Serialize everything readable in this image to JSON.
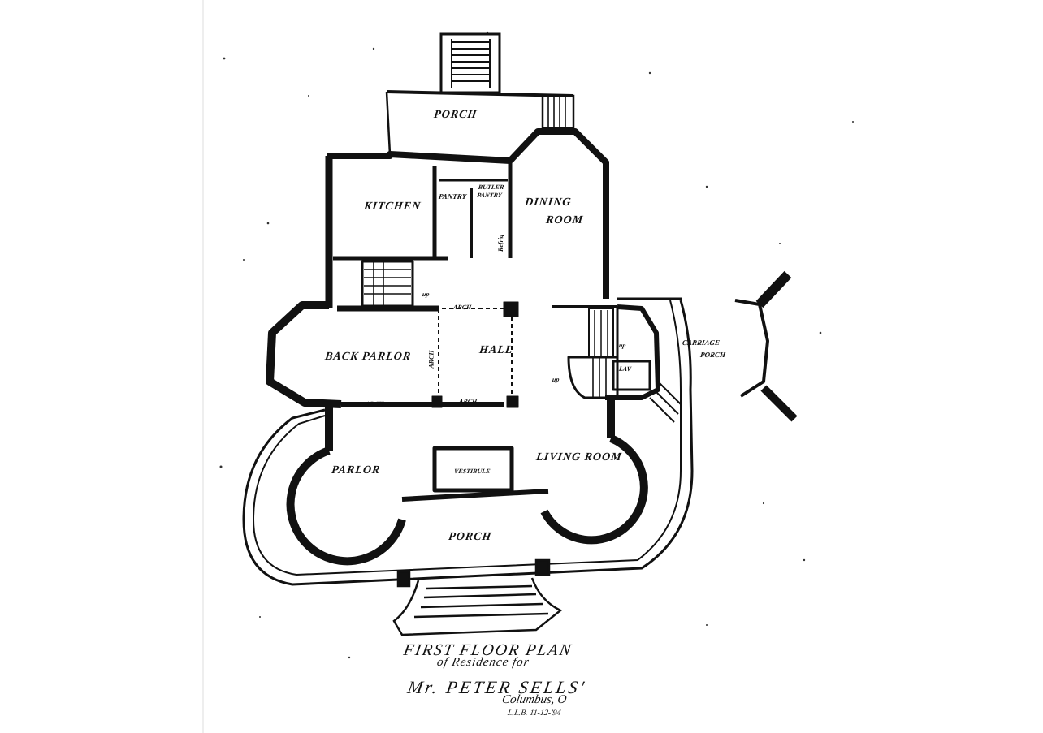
{
  "plan": {
    "rooms": {
      "porch_rear": "PORCH",
      "kitchen": "KITCHEN",
      "pantry": "PANTRY",
      "butler_pantry": "BUTLER PANTRY",
      "dining_room_1": "DINING",
      "dining_room_2": "ROOM",
      "back_parlor": "BACK PARLOR",
      "hall": "HALL",
      "carriage_porch_1": "CARRIAGE",
      "carriage_porch_2": "PORCH",
      "parlor": "PARLOR",
      "vestibule": "VESTIBULE",
      "living_room": "LIVING ROOM",
      "porch_front": "PORCH"
    },
    "annotations": {
      "arch_1": "ARCH",
      "arch_2": "ARCH",
      "arch_3": "ARCH",
      "arch_4": "ARCH",
      "up_1": "up",
      "up_2": "up",
      "up_3": "up",
      "refrig": "Refrig",
      "lav": "LAV"
    },
    "title": {
      "line1": "FIRST FLOOR PLAN",
      "line2": "of Residence for",
      "line3": "Mr. PETER SELLS'",
      "line4": "Columbus, O",
      "line5": "L.L.B. 11-12-'94"
    }
  },
  "colors": {
    "ink": "#111111",
    "paper": "#ffffff"
  }
}
